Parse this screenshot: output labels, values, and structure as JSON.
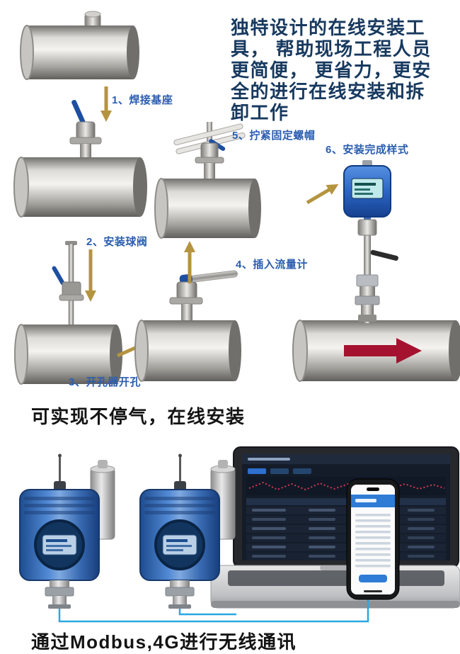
{
  "intro": {
    "lines": [
      "独特设计的在线安装工",
      "具， 帮助现场工程人员",
      "更简便， 更省力，更安",
      "全的进行在线安装和拆",
      "卸工作"
    ]
  },
  "steps": [
    {
      "label": "1、焊接基座"
    },
    {
      "label": "2、安装球阀"
    },
    {
      "label": "3、开孔器开孔"
    },
    {
      "label": "4、插入流量计"
    },
    {
      "label": "5、拧紧固定螺帽"
    },
    {
      "label": "6、安装完成样式"
    }
  ],
  "captions": {
    "online_install": "可实现不停气，在线安装",
    "communication": "通过Modbus,4G进行无线通讯"
  },
  "colors": {
    "label_blue": "#2a5db0",
    "intro_navy": "#17395f",
    "arrow_gold": "#b59440",
    "flow_red": "#a5122f",
    "device_blue": "#3a6cb4",
    "meter_head_blue": "#2c66c4",
    "wire_blue": "#29a8e0"
  },
  "icons": {
    "step-arrow-icon": "golden-arrow-svg",
    "flow-direction-arrow-icon": "red-arrow-svg",
    "antenna-icon": "thin-rod-svg"
  }
}
